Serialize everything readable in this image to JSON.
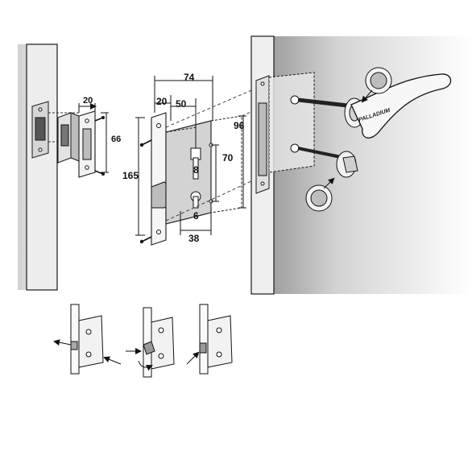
{
  "dimensions": {
    "strike_width": "20",
    "strike_height": "66",
    "lock_total_width": "74",
    "faceplate_width": "20",
    "backset": "50",
    "faceplate_height": "165",
    "hole_spacing": "70",
    "case_height": "96",
    "spindle": "8",
    "cam_width": "6",
    "case_depth": "38"
  },
  "handle_brand": "PALLADIUM",
  "colors": {
    "line": "#1a1a1a",
    "metal_fill": "#cfcfcf",
    "door_fill": "#e6e6e6",
    "shadow_dark": "#a9a9a9",
    "arrow": "#111111"
  }
}
